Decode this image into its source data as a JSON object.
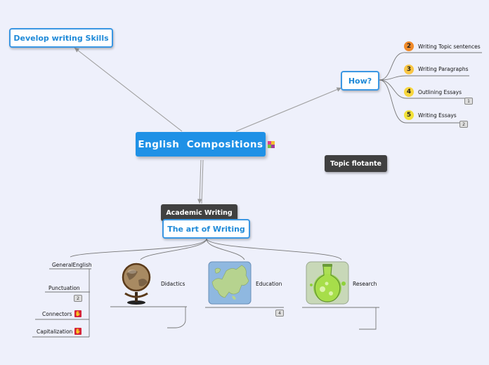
{
  "central": {
    "title": "English  Compositions"
  },
  "nodes": {
    "develop": "Develop writing Skills",
    "how": "How?",
    "floating": "Topic flotante",
    "academic": "Academic Writing",
    "art": "The art of Writing"
  },
  "how_children": [
    {
      "num": "2",
      "label": "Writing Topic sentences",
      "color": "#f08a2a"
    },
    {
      "num": "3",
      "label": "Writing Paragraphs",
      "color": "#f8c645"
    },
    {
      "num": "4",
      "label": "Outlining Essays",
      "color": "#f7d63e",
      "count": "1"
    },
    {
      "num": "5",
      "label": "Writing Essays",
      "color": "#f2e13a",
      "count": "2"
    }
  ],
  "art_children": {
    "general": "GeneralEnglish",
    "punctuation": "Punctuation",
    "punctuation_count": "2",
    "connectors": "Connectors",
    "capitalization": "Capitalization",
    "didactics": "Didactics",
    "education": "Education",
    "education_count": "4",
    "research": "Research"
  },
  "icons": {
    "central": "color-flag-icon",
    "connectors": "hand-icon",
    "capitalization": "hand-icon",
    "didactics": "globe-icon",
    "education": "europe-map-icon",
    "research": "flask-icon"
  }
}
